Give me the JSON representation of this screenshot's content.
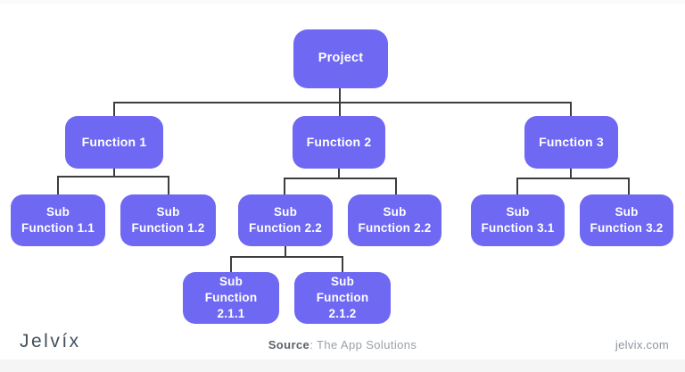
{
  "diagram": {
    "type": "work-breakdown-structure",
    "nodes": [
      {
        "label": "Project",
        "level": 0,
        "parent": null
      },
      {
        "label": "Function 1",
        "level": 1,
        "parent": "Project"
      },
      {
        "label": "Function 2",
        "level": 1,
        "parent": "Project"
      },
      {
        "label": "Function 3",
        "level": 1,
        "parent": "Project"
      },
      {
        "label": "Sub Function 1.1",
        "level": 2,
        "parent": "Function 1"
      },
      {
        "label": "Sub Function 1.2",
        "level": 2,
        "parent": "Function 1"
      },
      {
        "label": "Sub Function 2.2",
        "level": 2,
        "parent": "Function 2"
      },
      {
        "label": "Sub Function 2.2",
        "level": 2,
        "parent": "Function 2"
      },
      {
        "label": "Sub Function 3.1",
        "level": 2,
        "parent": "Function 3"
      },
      {
        "label": "Sub Function 3.2",
        "level": 2,
        "parent": "Function 3"
      },
      {
        "label": "Sub Function 2.1.1",
        "level": 3,
        "parent": "Sub Function 2.2"
      },
      {
        "label": "Sub Function 2.1.2",
        "level": 3,
        "parent": "Sub Function 2.2"
      }
    ],
    "colors": {
      "node_fill": "#6E68F3",
      "node_text": "#FFFFFF",
      "connector": "#3D3D3D"
    }
  },
  "footer": {
    "logo": "Jelvíx",
    "source_label": "Source",
    "source_value": ": The App Solutions",
    "website": "jelvix.com"
  }
}
